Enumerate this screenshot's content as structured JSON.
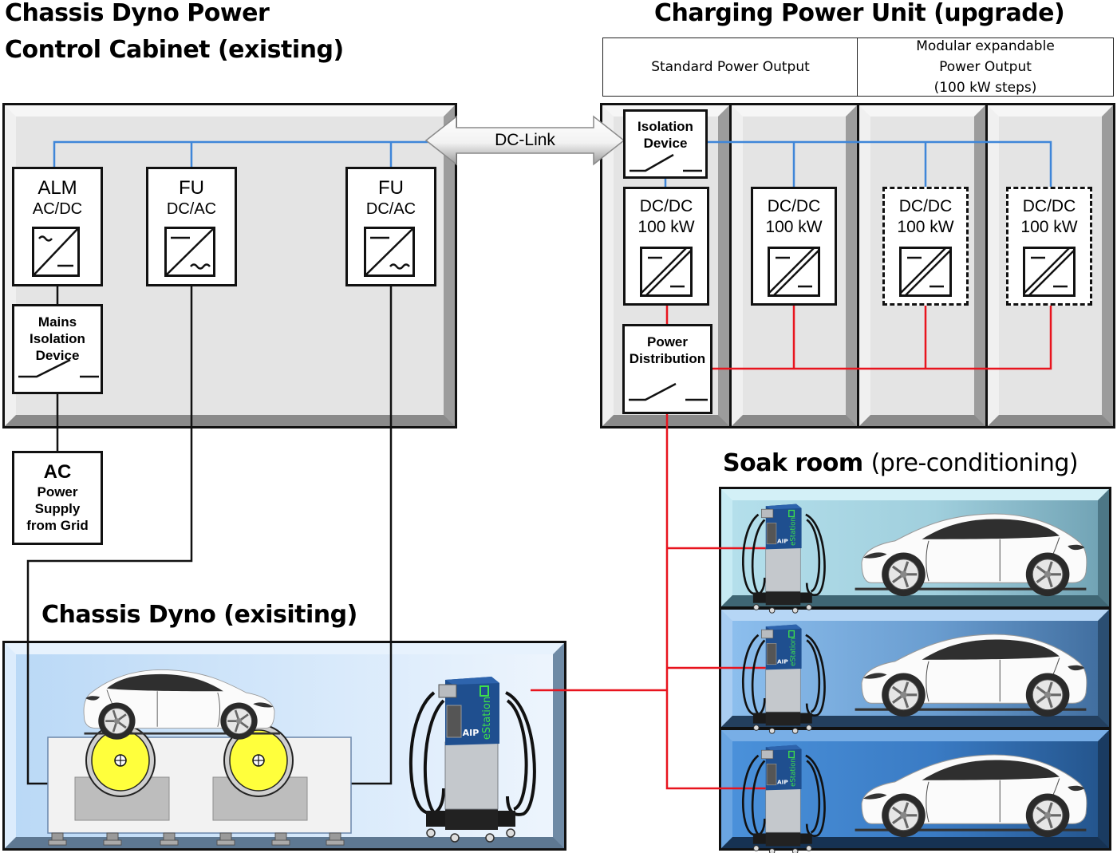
{
  "titles": {
    "cabinet_line1": "Chassis Dyno Power",
    "cabinet_line2": "Control Cabinet (existing)",
    "charging_unit": "Charging Power Unit (upgrade)",
    "soak_room_bold": "Soak room",
    "soak_room_light": "(pre-conditioning)",
    "chassis_dyno": "Chassis Dyno (exisiting)"
  },
  "charging_header": {
    "standard": "Standard Power Output",
    "modular_line1": "Modular expandable",
    "modular_line2": "Power Output",
    "modular_line3": "(100 kW steps)"
  },
  "dc_link": {
    "label": "DC-Link"
  },
  "cabinet": {
    "alm": {
      "title": "ALM",
      "type": "AC/DC"
    },
    "fu1": {
      "title": "FU",
      "type": "DC/AC"
    },
    "fu2": {
      "title": "FU",
      "type": "DC/AC"
    },
    "mains_isolation": {
      "line1": "Mains",
      "line2": "Isolation",
      "line3": "Device"
    }
  },
  "ac_supply": {
    "line1": "AC",
    "line2": "Power",
    "line3": "Supply",
    "line4": "from Grid"
  },
  "charging_unit": {
    "isolation": {
      "line1": "Isolation",
      "line2": "Device"
    },
    "modules": [
      {
        "type": "DC/DC",
        "rating": "100 kW",
        "installed": true
      },
      {
        "type": "DC/DC",
        "rating": "100 kW",
        "installed": true
      },
      {
        "type": "DC/DC",
        "rating": "100 kW",
        "installed": false
      },
      {
        "type": "DC/DC",
        "rating": "100 kW",
        "installed": false
      }
    ],
    "power_distribution": {
      "line1": "Power",
      "line2": "Distribution"
    }
  },
  "charger": {
    "brand": "AIP",
    "model": "eStation"
  },
  "soak_bays": [
    {
      "id": "bay-1"
    },
    {
      "id": "bay-2"
    },
    {
      "id": "bay-3"
    }
  ],
  "colors": {
    "dc_bus": "#3f86d8",
    "charging_line": "#e8141e",
    "ac_line": "#111111",
    "roller": "#ffff3c",
    "charger_blue": "#1f4f8f",
    "charger_text": "#3ee04a"
  }
}
